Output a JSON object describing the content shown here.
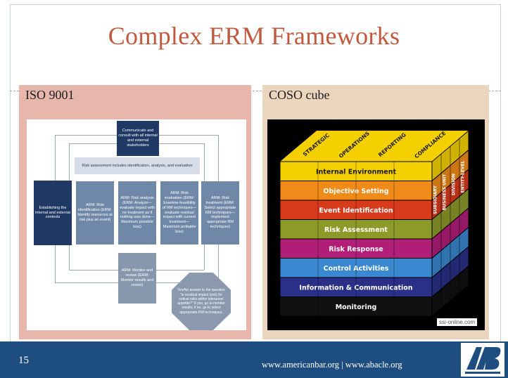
{
  "slide": {
    "title": "Complex ERM Frameworks",
    "page_number": "15",
    "footer": {
      "link1": "www.americanbar.org",
      "separator": " | ",
      "link2": "www.abacle.org"
    }
  },
  "left_panel": {
    "label": "ISO 9001",
    "diagram": {
      "communicate": "Communicate and consult with all internal and external stakeholders",
      "risk_assessment_header": "Risk assessment includes identification, analysis, and evaluation",
      "establishing": "Establishing the internal and external contexts",
      "identification": "ARM: Risk identification (ERM: Identify resources at risk plus an event)",
      "analysis": "ARM: Risk analysis (ERM: Analyze— evaluate impact with no treatment as if nothing was done— Maximum possible loss)",
      "evaluation": "ARM: Risk evaluation (ERM: Examine feasibility of RM techniques— evaluate residual impact with current treatment— Maximum probable loss)",
      "treatment": "ARM: Risk treatment (ERM: Select appropriate RM techniques— Implement appropriate RM techniques)",
      "monitor": "ARM: Monitor and review (ERM: Monitor results and revise)",
      "question": "Yes/No answer to the question \"is residual impact (risk) for critical risks within tolerance/ appetite?\" If yes, go to monitor results; if no, go to select appropriate RM techniques."
    }
  },
  "right_panel": {
    "label": "COSO cube",
    "top_labels": [
      "STRATEGIC",
      "OPERATIONS",
      "REPORTING",
      "COMPLIANCE"
    ],
    "layers": [
      {
        "label": "Internal Environment",
        "color": "#f5d000",
        "text_color": "#1a1a1a"
      },
      {
        "label": "Objective Setting",
        "color": "#f08a18",
        "text_color": "#ffffff"
      },
      {
        "label": "Event Identification",
        "color": "#d83a1c",
        "text_color": "#ffffff"
      },
      {
        "label": "Risk Assessment",
        "color": "#8c9a28",
        "text_color": "#ffffff"
      },
      {
        "label": "Risk Response",
        "color": "#b01e78",
        "text_color": "#ffffff"
      },
      {
        "label": "Control Activities",
        "color": "#3a88d0",
        "text_color": "#ffffff"
      },
      {
        "label": "Information & Communication",
        "color": "#2a2f88",
        "text_color": "#ffffff"
      },
      {
        "label": "Monitoring",
        "color": "#111111",
        "text_color": "#ffffff"
      }
    ],
    "side_labels": [
      "SUBSIDIARY",
      "BUSINESS UNIT",
      "DIVISION",
      "ENTITY-LEVEL"
    ],
    "website": "ssi-online.com"
  },
  "colors": {
    "title": "#c0593e",
    "footer_bg": "#1e4d80",
    "left_panel_bg": "#e8b7ac",
    "right_panel_bg": "#ecd5bd"
  }
}
